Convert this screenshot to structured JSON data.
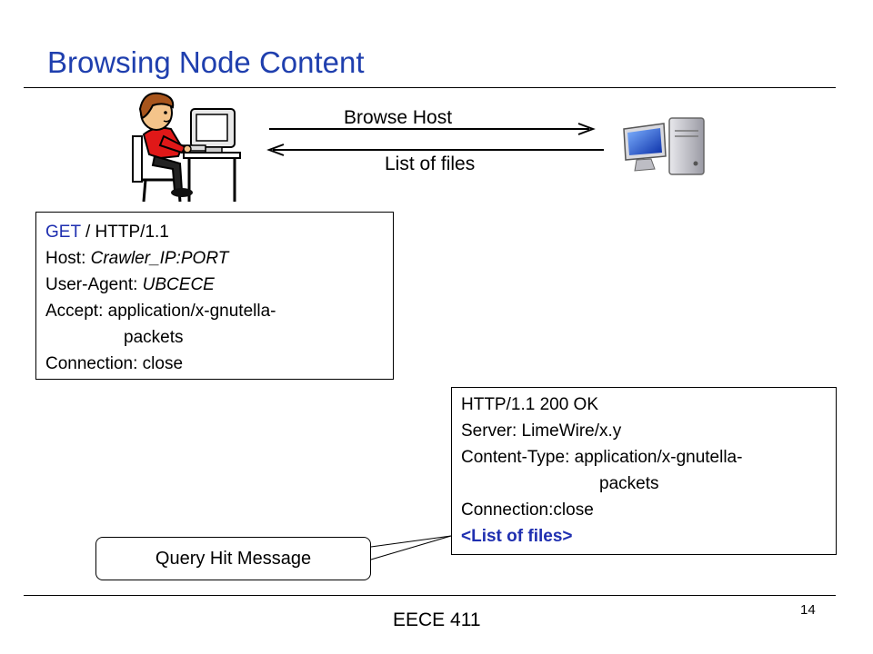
{
  "slide": {
    "title": "Browsing Node Content",
    "footer": "EECE 411",
    "page_number": "14"
  },
  "arrows": {
    "request_label": "Browse Host",
    "response_label": "List of files"
  },
  "request": {
    "line1_method": "GET",
    "line1_rest": " / HTTP/1.1",
    "host_key": "Host: ",
    "host_value": "Crawler_IP:PORT",
    "ua_key": "User-Agent: ",
    "ua_value": "UBCECE",
    "accept_line": "Accept: application/x-gnutella-",
    "accept_cont": "packets",
    "connection": "Connection: close"
  },
  "response": {
    "status": "HTTP/1.1 200 OK",
    "server": "Server: LimeWire/x.y",
    "content_type": "Content-Type: application/x-gnutella-",
    "content_type_cont": "packets",
    "connection": "Connection:close",
    "body": "<List of files>"
  },
  "callout": {
    "label": "Query Hit Message"
  },
  "colors": {
    "title": "#1f3fae",
    "accent": "#1f2fb0"
  }
}
